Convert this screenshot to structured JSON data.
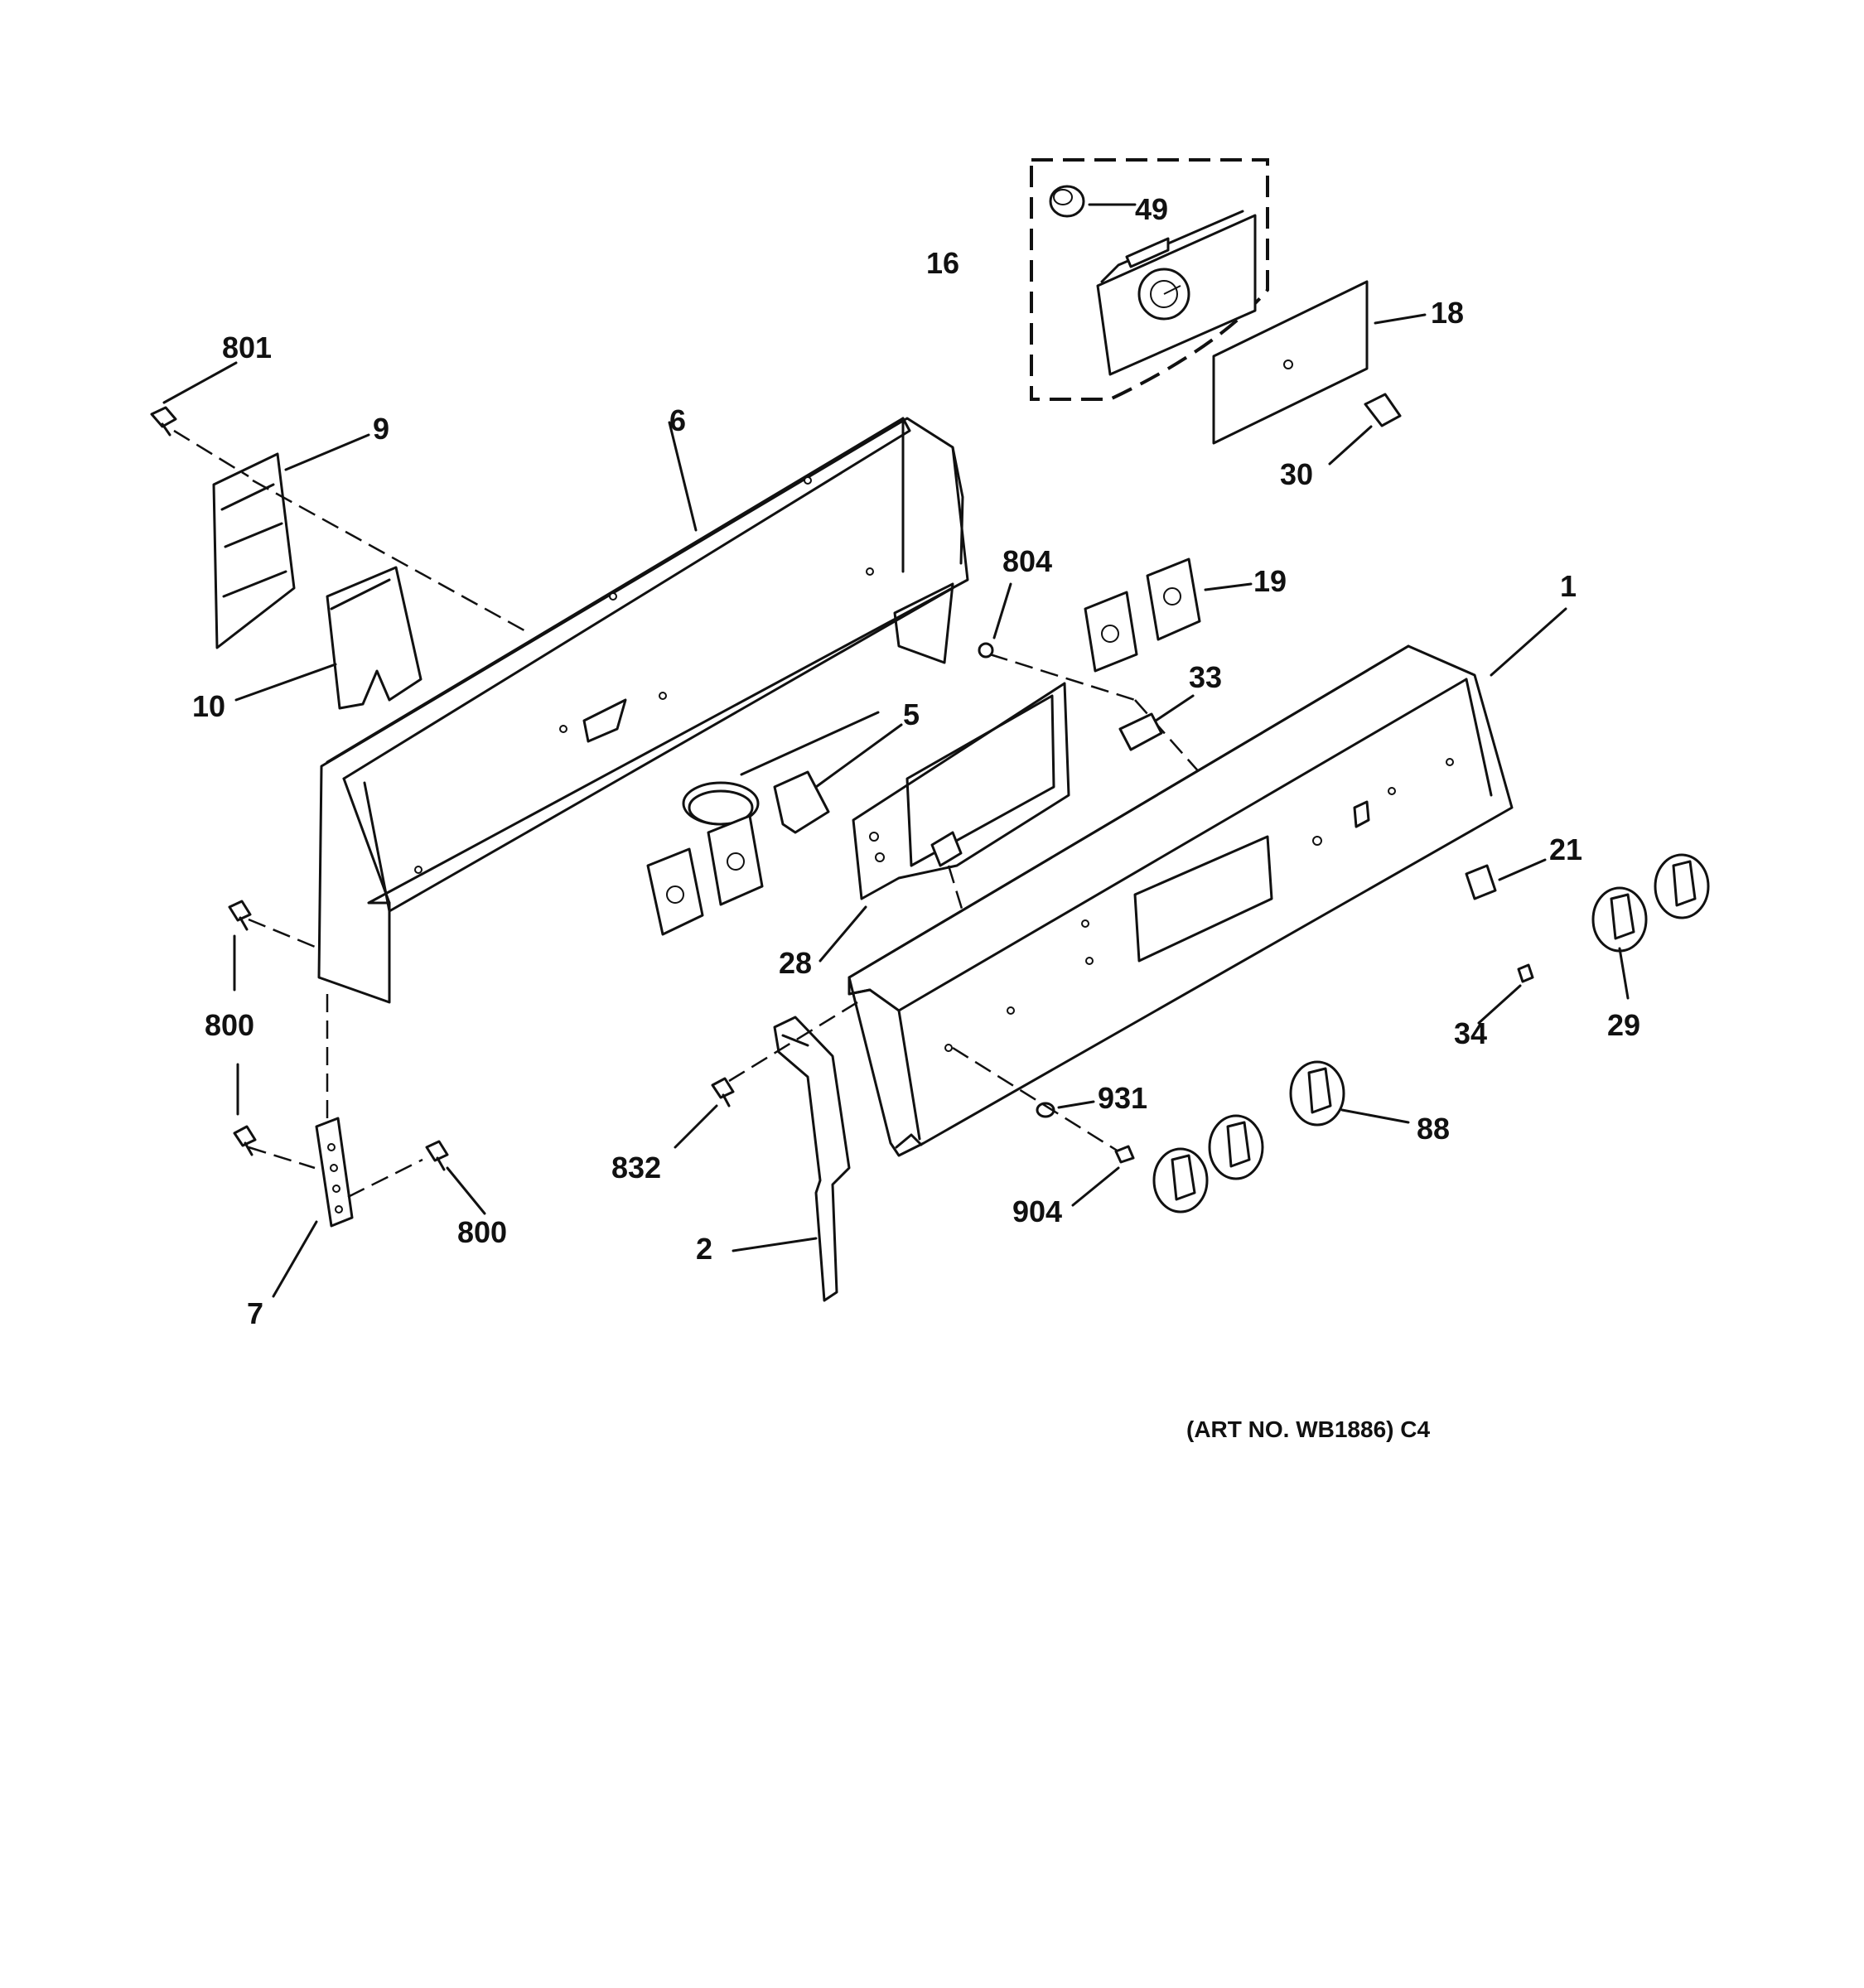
{
  "callouts": {
    "c801": "801",
    "c9": "9",
    "c6": "6",
    "c16": "16",
    "c49": "49",
    "c18": "18",
    "c30": "30",
    "c804": "804",
    "c19": "19",
    "c1": "1",
    "c10": "10",
    "c5": "5",
    "c33": "33",
    "c21": "21",
    "c28": "28",
    "c800a": "800",
    "c34": "34",
    "c29": "29",
    "c931": "931",
    "c88": "88",
    "c832": "832",
    "c800b": "800",
    "c904": "904",
    "c2": "2",
    "c7": "7"
  },
  "art_number": "(ART NO. WB1886) C4"
}
